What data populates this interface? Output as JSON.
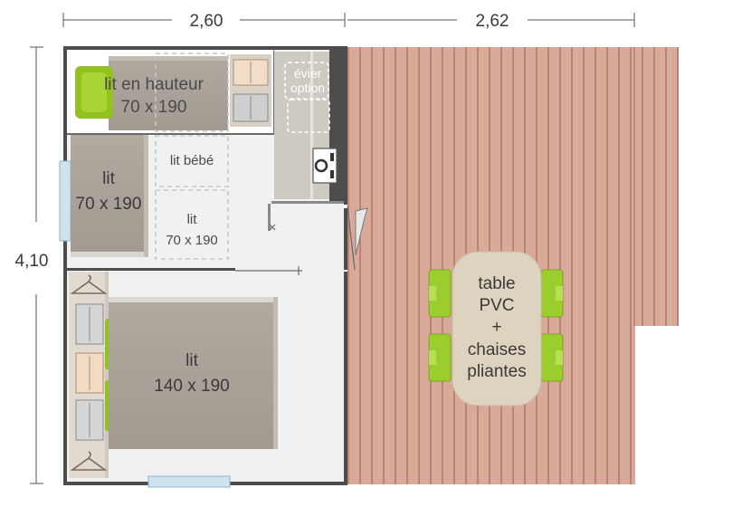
{
  "dimensions": {
    "width_left": "2,60",
    "width_right": "2,62",
    "height": "4,10"
  },
  "rooms": {
    "loft_bed": {
      "title": "lit en hauteur",
      "size": "70 x 190"
    },
    "single_bed_left": {
      "title": "lit",
      "size": "70 x 190"
    },
    "single_bed_center": {
      "title": "lit",
      "size": "70 x 190"
    },
    "baby_bed": {
      "title": "lit bébé"
    },
    "double_bed": {
      "title": "lit",
      "size": "140 x 190"
    },
    "sink": {
      "line1": "évier",
      "line2": "option"
    }
  },
  "terrace": {
    "table_lines": [
      "table",
      "PVC",
      "+",
      "chaises",
      "pliantes"
    ]
  },
  "colors": {
    "wall": "#4d4d4d",
    "floor": "#f1f1f1",
    "bed": "#a7a097",
    "bed_light": "#d9d5cf",
    "deck": "#d9a99a",
    "deck_line": "#b88473",
    "chair": "#9acd2d",
    "table": "#ded3bf",
    "window": "#cfe3ef"
  }
}
